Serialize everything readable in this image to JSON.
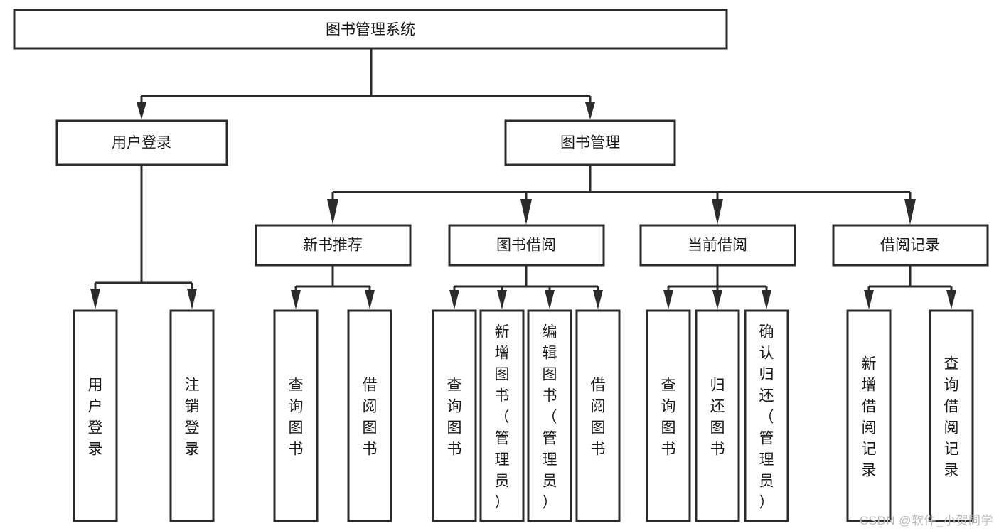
{
  "diagram": {
    "type": "tree-hierarchy",
    "title": "图书管理系统",
    "watermark": "CSDN @软件_小贺同学",
    "colors": {
      "box_stroke": "#2b2b2b",
      "box_fill": "#ffffff",
      "text": "#1a1a1a",
      "background": "#ffffff",
      "watermark": "#b9b9b9"
    },
    "root": {
      "id": "root",
      "label": "图书管理系统"
    },
    "level1": [
      {
        "id": "user-login",
        "label": "用户登录"
      },
      {
        "id": "book-management",
        "label": "图书管理"
      }
    ],
    "level2": [
      {
        "id": "new-book-recommend",
        "label": "新书推荐",
        "parent": "book-management"
      },
      {
        "id": "book-borrow",
        "label": "图书借阅",
        "parent": "book-management"
      },
      {
        "id": "current-borrow",
        "label": "当前借阅",
        "parent": "book-management"
      },
      {
        "id": "borrow-record",
        "label": "借阅记录",
        "parent": "book-management"
      }
    ],
    "leaves": [
      {
        "id": "leaf-user-login",
        "label": "用户登录",
        "parent": "user-login"
      },
      {
        "id": "leaf-logout",
        "label": "注销登录",
        "parent": "user-login"
      },
      {
        "id": "leaf-query-book-1",
        "label": "查询图书",
        "parent": "new-book-recommend"
      },
      {
        "id": "leaf-borrow-book-1",
        "label": "借阅图书",
        "parent": "new-book-recommend"
      },
      {
        "id": "leaf-query-book-2",
        "label": "查询图书",
        "parent": "book-borrow"
      },
      {
        "id": "leaf-add-book",
        "label": "新增图书（管理员）",
        "parent": "book-borrow"
      },
      {
        "id": "leaf-edit-book",
        "label": "编辑图书（管理员）",
        "parent": "book-borrow"
      },
      {
        "id": "leaf-borrow-book-2",
        "label": "借阅图书",
        "parent": "book-borrow"
      },
      {
        "id": "leaf-query-book-3",
        "label": "查询图书",
        "parent": "current-borrow"
      },
      {
        "id": "leaf-return-book",
        "label": "归还图书",
        "parent": "current-borrow"
      },
      {
        "id": "leaf-confirm-return",
        "label": "确认归还（管理员）",
        "parent": "current-borrow"
      },
      {
        "id": "leaf-add-record",
        "label": "新增借阅记录",
        "parent": "borrow-record"
      },
      {
        "id": "leaf-query-record",
        "label": "查询借阅记录",
        "parent": "borrow-record"
      }
    ]
  }
}
